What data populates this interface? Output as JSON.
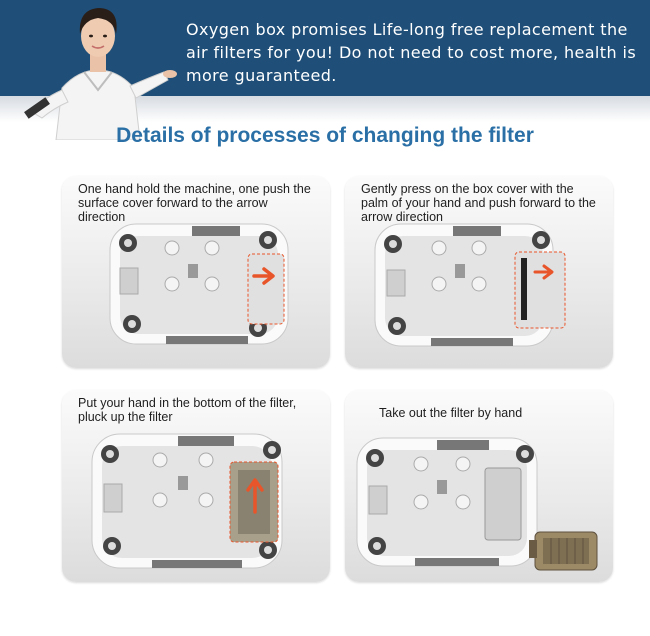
{
  "banner": {
    "text": "Oxygen box promises  Life-long free replacement the air filters for you! Do not need to cost more, health is more guaranteed."
  },
  "heading": "Details of processes of changing the filter",
  "steps": [
    {
      "text": "One hand hold the machine, one push the surface cover forward to the arrow direction"
    },
    {
      "text": "Gently press on the box cover with the palm of your hand and  push forward to the arrow direction"
    },
    {
      "text": "Put your hand in the bottom of the filter, pluck up the filter"
    },
    {
      "text": "Take out the filter by hand"
    }
  ],
  "colors": {
    "banner": "#1f4f78",
    "heading": "#2a6fa5",
    "arrow": "#e8552a",
    "dashed": "#e8552a"
  },
  "icons": [
    "machine-underside-image",
    "arrow-right-icon",
    "arrow-up-icon",
    "filter-cartridge-image"
  ]
}
